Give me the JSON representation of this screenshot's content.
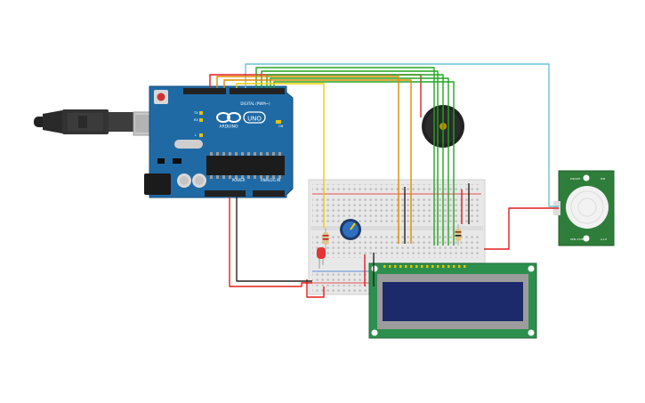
{
  "arduino": {
    "model": "UNO",
    "brand": "ARDUINO",
    "digital_header": "DIGITAL (PWM~)",
    "power_header": "POWER",
    "analog_header": "ANALOG IN",
    "tx_label": "TX",
    "rx_label": "RX",
    "l_label": "L",
    "on_label": "ON"
  },
  "pir": {
    "top_label": "PIR/LBT",
    "bottom_label": "SEN-13285",
    "side_label": "A-I-H",
    "side_label2": "HIB"
  },
  "colors": {
    "board": "#1f6aa5",
    "board_dark": "#174e7c",
    "wire_red": "#e41c1c",
    "wire_black": "#222222",
    "wire_green": "#23a623",
    "wire_orange": "#e08a00",
    "wire_yellow": "#f2cc00",
    "wire_blue": "#6bc3d6",
    "lcd_pcb": "#2d8f4e",
    "lcd_screen": "#1c2a6b",
    "pir_pcb": "#2f7d3a"
  }
}
